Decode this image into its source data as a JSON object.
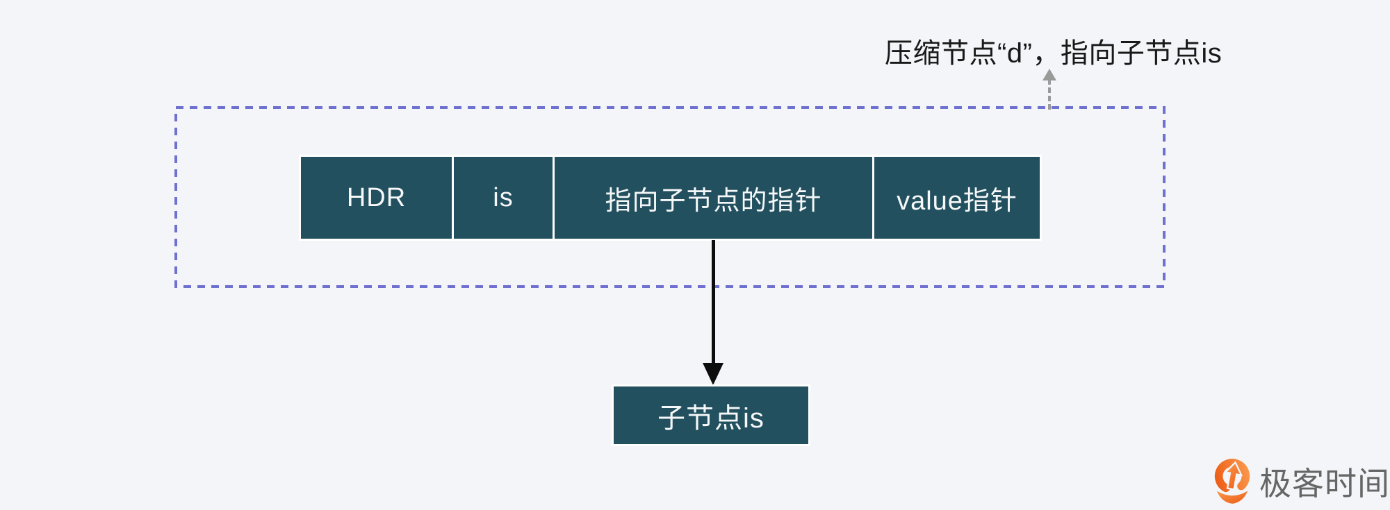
{
  "diagram": {
    "callout": {
      "label": "压缩节点“d”，指向子节点is"
    },
    "compressed_node": {
      "cells": [
        {
          "label": "HDR"
        },
        {
          "label": "is"
        },
        {
          "label": "指向子节点的指针"
        },
        {
          "label": "value指针"
        }
      ]
    },
    "child_node": {
      "label": "子节点is"
    }
  },
  "brand": {
    "name": "极客时间",
    "icon": "geektime-logo"
  },
  "colors": {
    "background": "#f3f5f8",
    "box_fill": "#22505f",
    "box_text": "#f5f7f8",
    "dashed_border": "#6f71d0",
    "annotation_text": "#191919",
    "callout_arrow": "#9a9a9a",
    "flow_arrow": "#0d0d0d",
    "logo_text": "#666666",
    "logo_orange": "#ed5a13",
    "logo_orange_light": "#fa9a4e"
  }
}
